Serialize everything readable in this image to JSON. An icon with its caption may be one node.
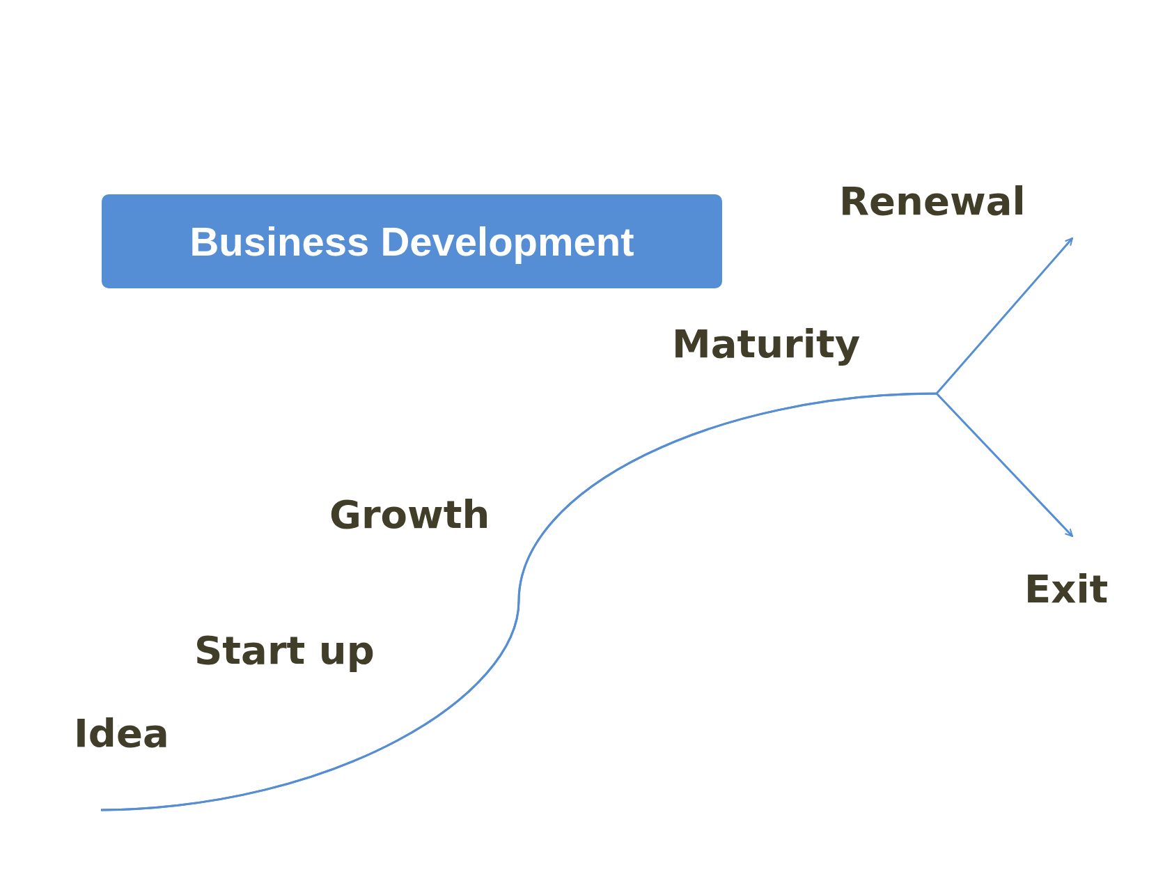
{
  "diagram": {
    "nodes": [
      {
        "text": [
          "Business Development"
        ]
      },
      {
        "text": [
          "Renewal"
        ]
      },
      {
        "text": [
          "Exit"
        ]
      }
    ],
    "edges": [
      {
        "from": null,
        "to": 1,
        "arrow": "to"
      },
      {
        "from": null,
        "to": 2,
        "arrow": "to"
      }
    ],
    "labels": [
      "Maturity",
      "Growth",
      "Start up",
      "Idea"
    ]
  }
}
